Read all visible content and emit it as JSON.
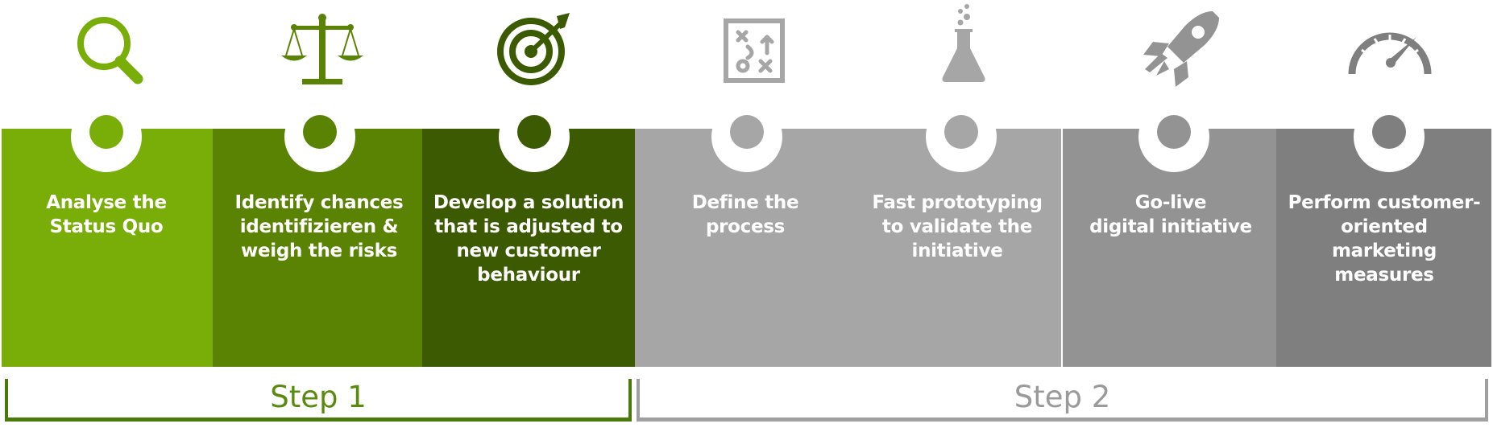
{
  "colors": {
    "step1_text": "#5b8a10",
    "step2_text": "#9a9a9a",
    "step1_bracket": "#4a7a0c",
    "step2_bracket": "#a0a0a0"
  },
  "stages": [
    {
      "label": "Analyse the\nStatus Quo",
      "icon": "magnifier-icon",
      "panel_color": "#78ae07",
      "dot_color": "#78ae07",
      "icon_color": "#78ae07"
    },
    {
      "label": "Identify chances\nidentifizieren &\nweigh the risks",
      "icon": "scales-icon",
      "panel_color": "#5a8304",
      "dot_color": "#5a8304",
      "icon_color": "#5a8304"
    },
    {
      "label": "Develop a solution\nthat is adjusted to\nnew customer\nbehaviour",
      "icon": "target-icon",
      "panel_color": "#3b5a02",
      "dot_color": "#3b5a02",
      "icon_color": "#3b5a02"
    },
    {
      "label": "Define the\nprocess",
      "icon": "tactic-board-icon",
      "panel_color": "#a6a6a6",
      "dot_color": "#a6a6a6",
      "icon_color": "#a6a6a6"
    },
    {
      "label": "Fast prototyping\nto validate the\ninitiative",
      "icon": "flask-icon",
      "panel_color": "#a6a6a6",
      "dot_color": "#a6a6a6",
      "icon_color": "#a6a6a6"
    },
    {
      "label": "Go-live\ndigital initiative",
      "icon": "rocket-icon",
      "panel_color": "#939393",
      "dot_color": "#939393",
      "icon_color": "#939393"
    },
    {
      "label": "Perform customer-\noriented marketing\nmeasures",
      "icon": "speedometer-icon",
      "panel_color": "#7f7f7f",
      "dot_color": "#7f7f7f",
      "icon_color": "#7f7f7f"
    }
  ],
  "steps": [
    {
      "label": "Step 1"
    },
    {
      "label": "Step 2"
    }
  ]
}
